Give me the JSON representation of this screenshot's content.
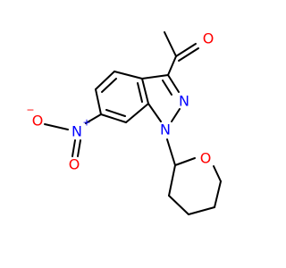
{
  "colors": {
    "bond": "#000000",
    "nitrogen": "#0000ff",
    "oxygen": "#ff0000",
    "background": "#ffffff"
  },
  "atoms": {
    "aldehyde_o": "O",
    "nitro_o_left": "O",
    "nitro_o_left_charge": "−",
    "nitro_n": "N",
    "nitro_n_charge": "+",
    "nitro_o_bottom": "O",
    "ring_n1": "N",
    "ring_n2": "N",
    "thp_o": "O"
  }
}
